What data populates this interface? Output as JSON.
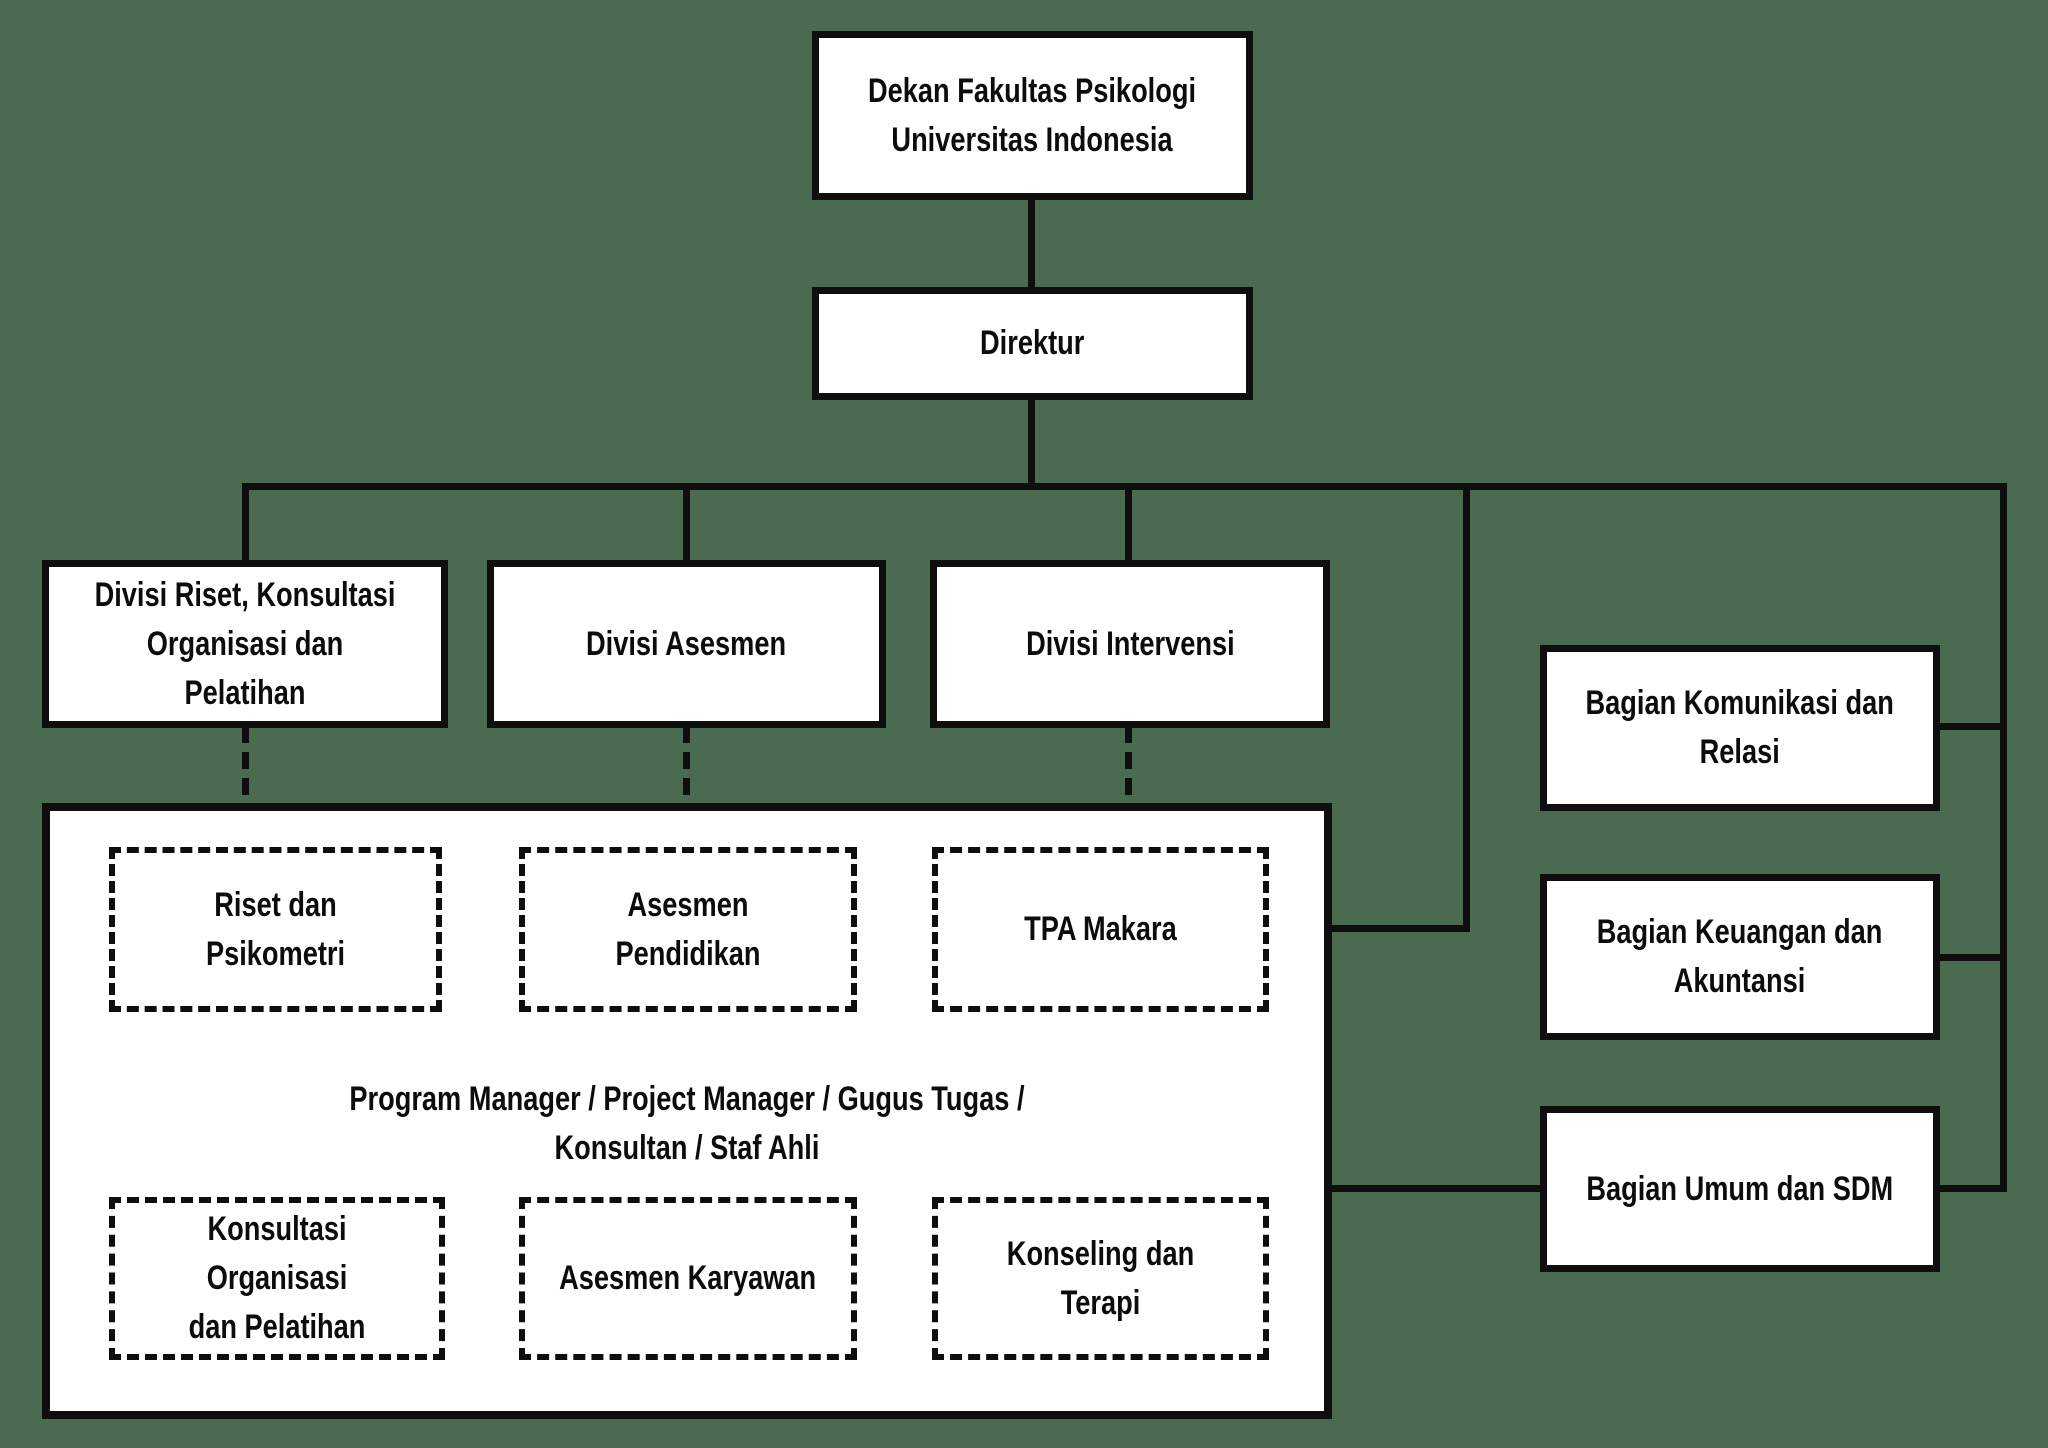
{
  "colors": {
    "background": "#4a6b50",
    "box_fill": "#ffffff",
    "line": "#0e0e0e",
    "text": "#0c0c0c"
  },
  "nodes": {
    "dekan": {
      "label": "Dekan Fakultas Psikologi\nUniversitas Indonesia"
    },
    "direktur": {
      "label": "Direktur"
    },
    "divisi_riset": {
      "label": "Divisi Riset, Konsultasi\nOrganisasi dan Pelatihan"
    },
    "divisi_asesmen": {
      "label": "Divisi Asesmen"
    },
    "divisi_intervensi": {
      "label": "Divisi Intervensi"
    },
    "riset_psikometri": {
      "label": "Riset dan Psikometri"
    },
    "asesmen_pendidikan": {
      "label": "Asesmen Pendidikan"
    },
    "tpa_makara": {
      "label": "TPA Makara"
    },
    "pool": {
      "label": "Program Manager / Project Manager / Gugus Tugas /\nKonsultan / Staf Ahli"
    },
    "konsultasi_organisasi": {
      "label": "Konsultasi Organisasi\ndan Pelatihan"
    },
    "asesmen_karyawan": {
      "label": "Asesmen Karyawan"
    },
    "konseling_terapi": {
      "label": "Konseling dan Terapi"
    },
    "bagian_komunikasi": {
      "label": "Bagian Komunikasi dan\nRelasi"
    },
    "bagian_keuangan": {
      "label": "Bagian Keuangan dan\nAkuntansi"
    },
    "bagian_umum": {
      "label": "Bagian Umum dan SDM"
    }
  }
}
